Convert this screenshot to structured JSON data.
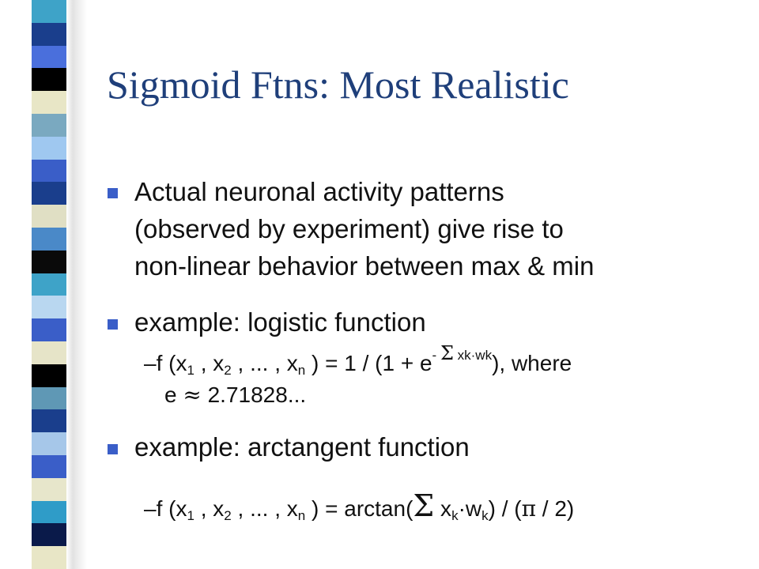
{
  "title": "Sigmoid Ftns:  Most Realistic",
  "colors": {
    "title": "#1f3f7a",
    "bullet": "#3a5ec8",
    "strip": [
      "#3ea3c8",
      "#1a3e8c",
      "#4a6fdc",
      "#000000",
      "#e8e6c6",
      "#7aa9c0",
      "#9fc8f0",
      "#3a5ec8",
      "#1a3e8c",
      "#e0dfc4",
      "#4a89c8",
      "#0a0a0a",
      "#3ea3c8",
      "#b9d7f0",
      "#3a5ec8",
      "#e6e4c8",
      "#000000",
      "#5f98b5",
      "#1a3e8c",
      "#a6c7e9",
      "#3a5ec8",
      "#e7e6cb",
      "#2f9cc8",
      "#0a1a4a",
      "#e8e6c6"
    ]
  },
  "bullets": [
    {
      "lines": [
        "Actual neuronal activity patterns",
        "(observed by experiment) give rise to",
        "non-linear behavior between max & min"
      ]
    },
    {
      "lines": [
        "example:  logistic function"
      ]
    },
    {
      "lines": [
        "example:  arctangent function"
      ]
    }
  ],
  "logistic": {
    "dash": "–",
    "f_open": "f (x",
    "s1": "1",
    "sep1": " , x",
    "s2": "2",
    "sep2": " , ... , x",
    "sn": "n",
    "eq": " ) = 1 / (1 + e",
    "exp_minus": "- ",
    "exp_sigma": "Σ",
    "exp_rest": " xk·wk",
    "tail": "), where",
    "line2_e": "e ",
    "approx": "≈",
    "line2_val": " 2.71828..."
  },
  "arctan": {
    "dash": "–",
    "f_open": "f (x",
    "s1": "1",
    "sep1": " , x",
    "s2": "2",
    "sep2": " , ... , x",
    "sn": "n",
    "eq": " ) = arctan(",
    "sigma": "Σ",
    "xk": " x",
    "k1": "k",
    "dot_w": "·w",
    "k2": "k",
    "div": ") / (",
    "pi": "π",
    "tail": " / 2)"
  }
}
